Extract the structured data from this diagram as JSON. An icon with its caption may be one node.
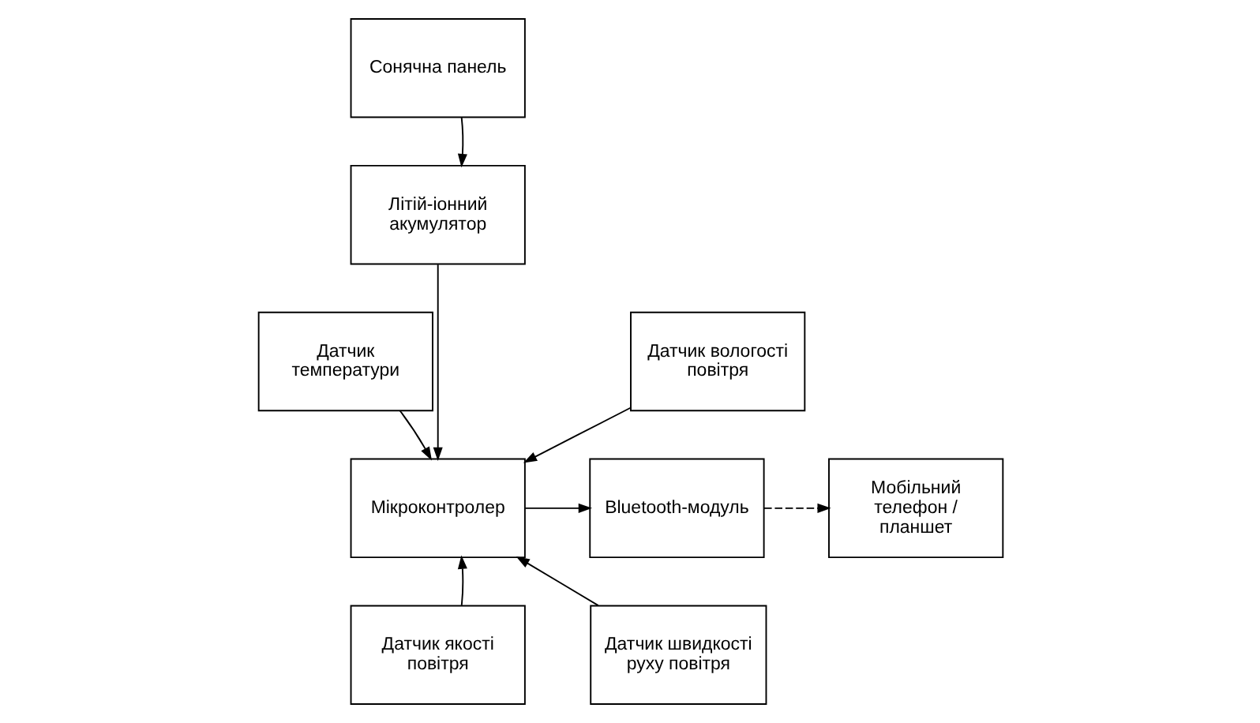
{
  "diagram": {
    "nodes": [
      {
        "text": [
          "Сонячна панель"
        ]
      },
      {
        "text": [
          "Літій-іонний акумулятор"
        ]
      },
      {
        "text": [
          "Датчик температури"
        ]
      },
      {
        "text": [
          "Датчик вологості повітря"
        ]
      },
      {
        "text": [
          "Мікроконтролер"
        ]
      },
      {
        "text": [
          "Bluetooth-модуль"
        ]
      },
      {
        "text": [
          "Мобільний телефон / планшет"
        ]
      },
      {
        "text": [
          "Датчик якості повітря"
        ]
      },
      {
        "text": [
          "Датчик швидкості руху повітря"
        ]
      }
    ],
    "edges": [
      {
        "from": 0,
        "to": 1,
        "arrow": "to"
      },
      {
        "from": 1,
        "to": 4,
        "arrow": "to"
      },
      {
        "from": 2,
        "to": 4,
        "arrow": "to"
      },
      {
        "from": 3,
        "to": 4,
        "arrow": "to"
      },
      {
        "from": 7,
        "to": 4,
        "arrow": "to"
      },
      {
        "from": 8,
        "to": 4,
        "arrow": "to"
      },
      {
        "from": 4,
        "to": 5,
        "arrow": "to"
      },
      {
        "from": 5,
        "to": 6,
        "arrow": "to",
        "style": "dashed"
      }
    ]
  }
}
